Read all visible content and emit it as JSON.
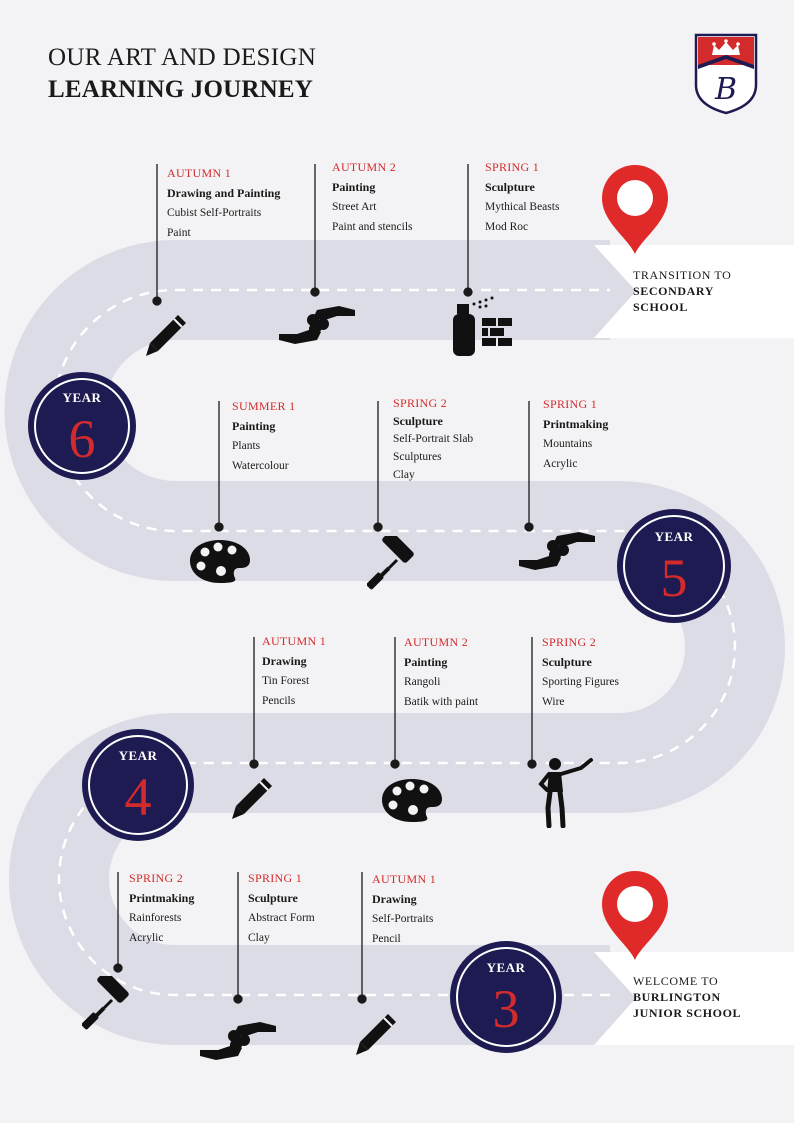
{
  "header": {
    "title_line1": "OUR ART AND DESIGN",
    "title_line2": "LEARNING JOURNEY"
  },
  "crest": {
    "letter": "B",
    "icon": "crown-icon"
  },
  "colors": {
    "navy": "#1e1a52",
    "accent_red": "#d32b2b",
    "road": "#dcdce6",
    "background": "#f3f3f5"
  },
  "callouts": {
    "transition": {
      "line1": "TRANSITION TO",
      "line2": "SECONDARY",
      "line3": "SCHOOL",
      "icon": "location-pin-icon"
    },
    "welcome": {
      "line1": "WELCOME TO",
      "line2": "BURLINGTON",
      "line3": "JUNIOR SCHOOL",
      "icon": "location-pin-icon"
    }
  },
  "years": {
    "y6": {
      "label": "YEAR",
      "number": "6"
    },
    "y5": {
      "label": "YEAR",
      "number": "5"
    },
    "y4": {
      "label": "YEAR",
      "number": "4"
    },
    "y3": {
      "label": "YEAR",
      "number": "3"
    }
  },
  "milestones": {
    "y6_autumn1": {
      "term": "AUTUMN 1",
      "topic": "Drawing and Painting",
      "details": [
        "Cubist Self-Portraits",
        "Paint"
      ],
      "icon": "pencil-icon"
    },
    "y6_autumn2": {
      "term": "AUTUMN 2",
      "topic": "Painting",
      "details": [
        "Street Art",
        "Paint and stencils"
      ],
      "icon": "hands-icon"
    },
    "y6_spring1": {
      "term": "SPRING 1",
      "topic": "Sculpture",
      "details": [
        "Mythical Beasts",
        "Mod Roc"
      ],
      "icon": "spray-can-icon"
    },
    "y5_summer1": {
      "term": "SUMMER 1",
      "topic": "Painting",
      "details": [
        "Plants",
        "Watercolour"
      ],
      "icon": "palette-icon"
    },
    "y5_spring2": {
      "term": "SPRING 2",
      "topic": "Sculpture",
      "details": [
        "Self-Portrait  Slab",
        "Sculptures",
        "Clay"
      ],
      "icon": "paint-roller-icon"
    },
    "y5_spring1": {
      "term": "SPRING 1",
      "topic": "Printmaking",
      "details": [
        "Mountains",
        "Acrylic"
      ],
      "icon": "hands-icon"
    },
    "y4_autumn1": {
      "term": "AUTUMN 1",
      "topic": "Drawing",
      "details": [
        "Tin Forest",
        "Pencils"
      ],
      "icon": "pencil-icon"
    },
    "y4_autumn2": {
      "term": "AUTUMN 2",
      "topic": "Painting",
      "details": [
        "Rangoli",
        "Batik with paint"
      ],
      "icon": "palette-icon"
    },
    "y4_spring2": {
      "term": "SPRING 2",
      "topic": "Sculpture",
      "details": [
        "Sporting Figures",
        "Wire"
      ],
      "icon": "figure-icon"
    },
    "y3_spring2": {
      "term": "SPRING 2",
      "topic": "Printmaking",
      "details": [
        "Rainforests",
        "Acrylic"
      ],
      "icon": "paint-roller-icon"
    },
    "y3_spring1": {
      "term": "SPRING 1",
      "topic": "Sculpture",
      "details": [
        "Abstract Form",
        "Clay"
      ],
      "icon": "hands-icon"
    },
    "y3_autumn1": {
      "term": "AUTUMN 1",
      "topic": "Drawing",
      "details": [
        "Self-Portraits",
        "Pencil"
      ],
      "icon": "pencil-icon"
    }
  }
}
